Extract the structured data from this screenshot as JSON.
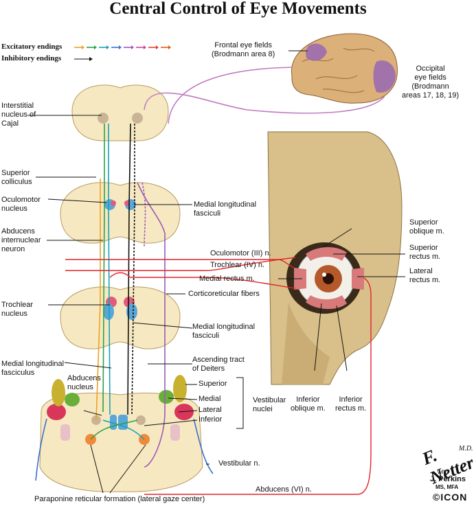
{
  "title": "Central Control of Eye Movements",
  "legend": {
    "excitatory": "Excitatory endings",
    "inhibitory": "Inhibitory endings",
    "excitatory_colors": [
      "#f0a020",
      "#2aa04a",
      "#1aa0b8",
      "#3a6fd0",
      "#9b59b6",
      "#d0409a",
      "#e0402a",
      "#e05a10"
    ],
    "inhibitory_color": "#111111"
  },
  "colors": {
    "tissue": "#f6e9c2",
    "skull": "#d9c08a",
    "brain": "#dcb079",
    "cortex_area": "#9b6bb0",
    "nerve_red": "#e2232a",
    "nucleus_blue": "#5aa6d8",
    "nucleus_pink": "#e15b7a"
  },
  "labels": {
    "frontal_eye_fields": "Frontal eye fields\n(Brodmann area 8)",
    "occipital_eye_fields": "Occipital\neye fields\n(Brodmann\nareas 17, 18, 19)",
    "interstitial_nucleus": "Interstitial\nnucleus of\nCajal",
    "superior_colliculus": "Superior\ncolliculus",
    "oculomotor_nucleus": "Oculomotor\nnucleus",
    "mlf_upper": "Medial longitudinal\nfasciculi",
    "abducens_internuclear": "Abducens\ninternuclear\nneuron",
    "oculomotor_nerve": "Oculomotor (III) n.",
    "trochlear_nerve": "Trochlear (IV) n.",
    "medial_rectus": "Medial rectus m.",
    "corticoreticular": "Corticoreticular fibers",
    "trochlear_nucleus": "Trochlear\nnucleus",
    "mlf_middle": "Medial longitudinal\nfasciculi",
    "mlf_lower": "Medial longitudinal\nfasciculus",
    "abducens_nucleus": "Abducens\nnucleus",
    "ascending_tract": "Ascending tract\nof Deiters",
    "superior": "Superior",
    "medial": "Medial",
    "lateral": "Lateral",
    "inferior": "Inferior",
    "vestibular_nuclei": "Vestibular\nnuclei",
    "vestibular_nerve": "Vestibular n.",
    "abducens_nerve": "Abducens (VI) n.",
    "pprf": "Paraponine reticular formation (lateral gaze center)",
    "superior_oblique": "Superior\noblique m.",
    "superior_rectus": "Superior\nrectus m.",
    "lateral_rectus": "Lateral\nrectus m.",
    "inferior_oblique": "Inferior\noblique m.",
    "inferior_rectus": "Inferior\nrectus m."
  },
  "signature": {
    "netter": "F. Netter",
    "md": "M.D.",
    "with": "with",
    "perkins": "J. Perkins",
    "credentials": "MS, MFA",
    "logo": "©ICON"
  }
}
